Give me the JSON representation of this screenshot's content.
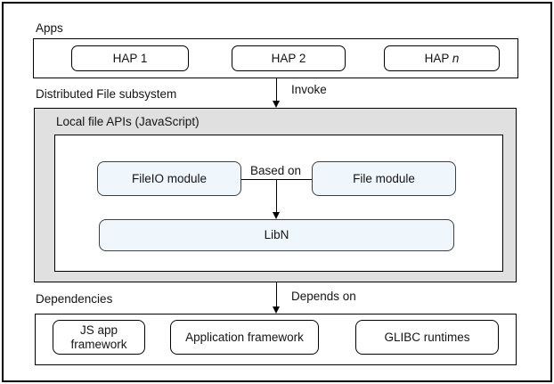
{
  "colors": {
    "subsystem_fill": "#e0e0e0",
    "module_fill": "#eff7fd",
    "module_border": "#3c4043",
    "box_border": "#000000"
  },
  "apps": {
    "label": "Apps",
    "hap1": "HAP 1",
    "hap2": "HAP 2",
    "hap_n_prefix": "HAP ",
    "hap_n_italic": "n"
  },
  "invoke": {
    "label": "Invoke"
  },
  "subsystem": {
    "label": "Distributed File subsystem",
    "local_apis_label": "Local file APIs (JavaScript)",
    "fileio_module": "FileIO module",
    "based_on": "Based on",
    "file_module": "File module",
    "libn": "LibN"
  },
  "depends": {
    "label": "Depends on"
  },
  "dependencies": {
    "label": "Dependencies",
    "js_app_framework": "JS app framework",
    "application_framework": "Application framework",
    "glibc_runtimes": "GLIBC runtimes"
  }
}
